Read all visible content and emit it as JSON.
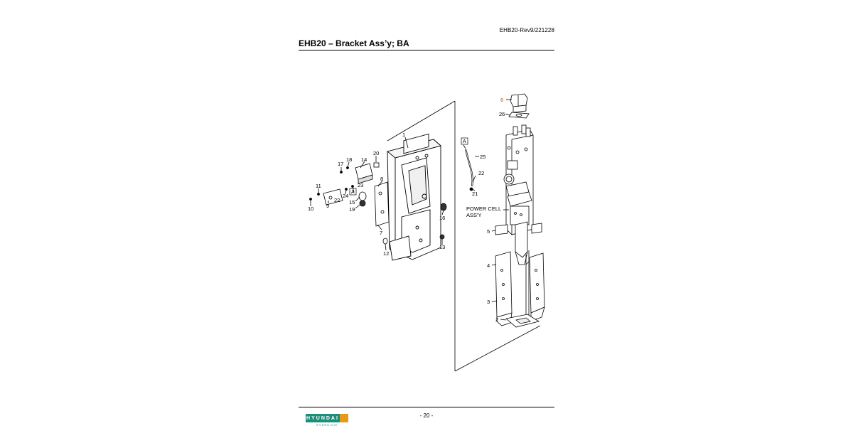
{
  "header": {
    "doc_ref": "EHB20-Rev9/221228",
    "title": "EHB20 – Bracket Ass’y; BA"
  },
  "footer": {
    "page_number": "- 20 -",
    "logo_text": "HYUNDAI",
    "logo_subtext": "EVERDIGM"
  },
  "diagram": {
    "left_callouts": [
      "1",
      "20",
      "14",
      "18",
      "17",
      "23",
      "8",
      "A",
      "24",
      "22",
      "11",
      "9",
      "10",
      "15",
      "19",
      "16",
      "7",
      "12",
      "13"
    ],
    "right_callouts": [
      "6",
      "26",
      "A",
      "25",
      "22",
      "21",
      "5",
      "4",
      "3",
      "2"
    ],
    "power_cell_label": [
      "POWER CELL",
      "ASS'Y"
    ]
  },
  "colors": {
    "logo_green": "#1c8f7a",
    "logo_orange": "#e59a1c",
    "highlight": "#c0501c"
  }
}
